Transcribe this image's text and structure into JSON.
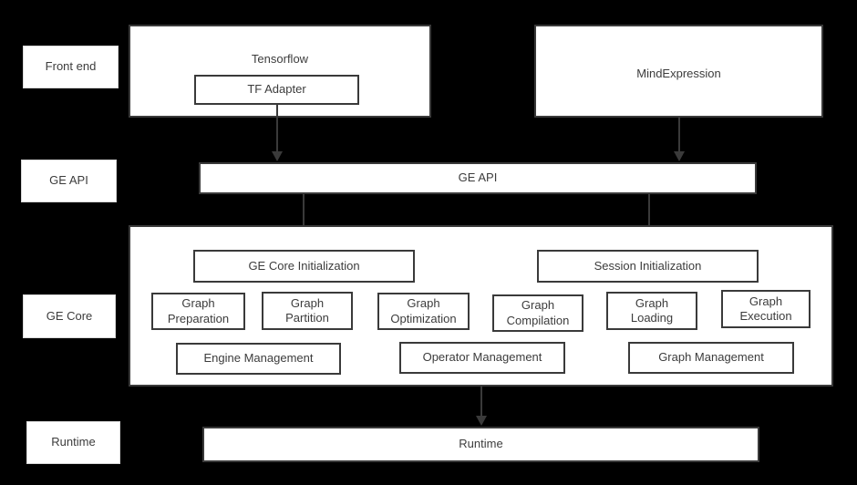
{
  "diagram": {
    "title": "GE (Graph Engine) architecture stack",
    "background_color": "#000000",
    "box_fill_color": "#ffffff",
    "box_border_color": "#3a3a3a",
    "text_color": "#3c3c3c"
  },
  "layer_labels": [
    {
      "id": "front-end",
      "label": "Front end"
    },
    {
      "id": "ge-api",
      "label": "GE API"
    },
    {
      "id": "ge-core",
      "label": "GE Core"
    },
    {
      "id": "runtime",
      "label": "Runtime"
    }
  ],
  "front_end": {
    "tensorflow": {
      "label": "Tensorflow",
      "child": {
        "label": "TF Adapter"
      }
    },
    "mindexpression": {
      "label": "MindExpression"
    }
  },
  "ge_api_bar": {
    "label": "GE API"
  },
  "ge_core": {
    "initialization": [
      {
        "id": "ge-core-initialization",
        "label": "GE Core Initialization"
      },
      {
        "id": "session-initialization",
        "label": "Session Initialization"
      }
    ],
    "modules": [
      {
        "id": "graph-preparation",
        "line1": "Graph",
        "line2": "Preparation"
      },
      {
        "id": "graph-partition",
        "line1": "Graph",
        "line2": "Partition"
      },
      {
        "id": "graph-optimization",
        "line1": "Graph",
        "line2": "Optimization"
      },
      {
        "id": "graph-compilation",
        "line1": "Graph",
        "line2": "Compilation"
      },
      {
        "id": "graph-loading",
        "line1": "Graph",
        "line2": "Loading"
      },
      {
        "id": "graph-execution",
        "line1": "Graph",
        "line2": "Execution"
      }
    ],
    "management": [
      {
        "id": "engine-management",
        "label": "Engine Management"
      },
      {
        "id": "operator-management",
        "label": "Operator Management"
      },
      {
        "id": "graph-management",
        "label": "Graph Management"
      }
    ]
  },
  "runtime_bar": {
    "label": "Runtime"
  },
  "connectors": [
    {
      "id": "tf-adapter-to-ge-api",
      "from": "TF Adapter",
      "to": "GE API"
    },
    {
      "id": "mindexpression-to-ge-api",
      "from": "MindExpression",
      "to": "GE API"
    },
    {
      "id": "ge-api-to-ge-core-initialization",
      "from": "GE API",
      "to": "GE Core Initialization"
    },
    {
      "id": "ge-api-to-session-initialization",
      "from": "GE API",
      "to": "Session Initialization"
    },
    {
      "id": "ge-core-to-runtime",
      "from": "GE Core",
      "to": "Runtime"
    }
  ]
}
